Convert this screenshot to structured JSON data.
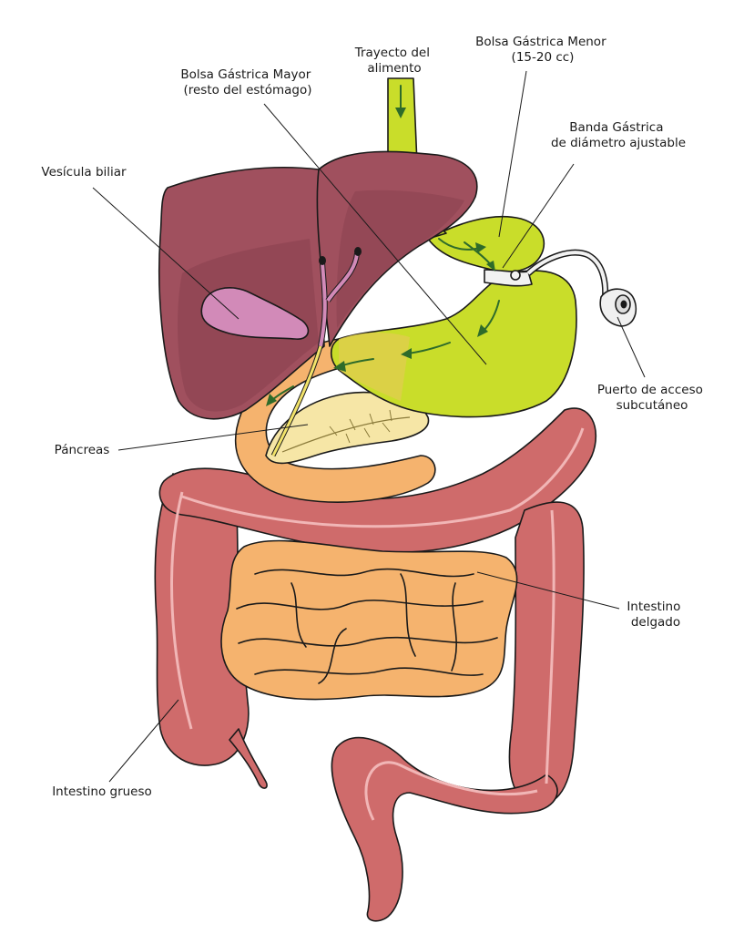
{
  "labels": {
    "food_path": [
      "Trayecto del",
      "alimento"
    ],
    "lesser_pouch": [
      "Bolsa Gástrica Menor",
      "(15-20 cc)"
    ],
    "greater_pouch": [
      "Bolsa Gástrica Mayor",
      "(resto del estómago)"
    ],
    "band": [
      "Banda Gástrica",
      "de diámetro ajustable"
    ],
    "gallbladder": [
      "Vesícula biliar"
    ],
    "port": [
      "Puerto de acceso",
      "subcutáneo"
    ],
    "pancreas": [
      "Páncreas"
    ],
    "small_intestine": [
      "Intestino",
      "delgado"
    ],
    "large_intestine": [
      "Intestino grueso"
    ]
  },
  "colors": {
    "liver": "#a0505e",
    "liver_shadow": "#8a4150",
    "gallbladder": "#d28ab8",
    "stomach": "#c9dd2a",
    "esophagus": "#c9dd2a",
    "small_intestine": "#f5b36e",
    "large_intestine": "#cf6b6b",
    "pancreas": "#f6e6a6",
    "band": "#f2f2f2",
    "flow_arrow": "#2e6b2a"
  }
}
